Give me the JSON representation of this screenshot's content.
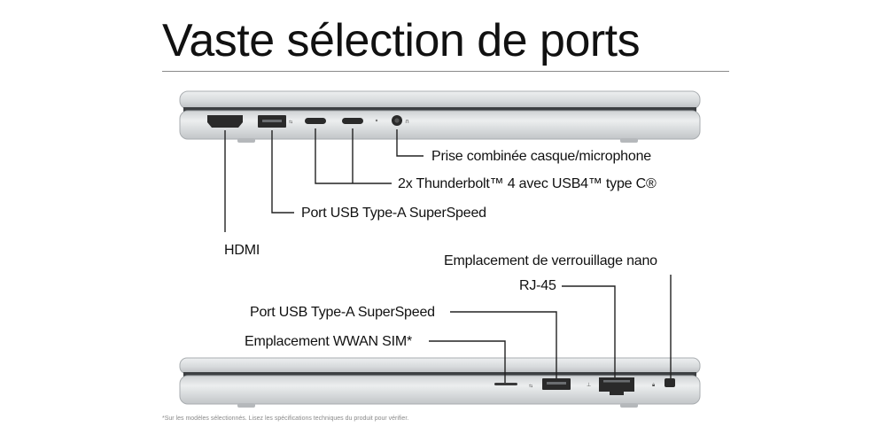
{
  "title": "Vaste sélection de ports",
  "left_side": {
    "labels": {
      "audio_jack": "Prise combinée casque/microphone",
      "thunderbolt": "2x Thunderbolt™ 4 avec USB4™ type C®",
      "usb_a": "Port USB Type-A SuperSpeed",
      "hdmi": "HDMI"
    }
  },
  "right_side": {
    "labels": {
      "nano_lock": "Emplacement de verrouillage nano",
      "rj45": "RJ-45",
      "usb_a": "Port USB Type-A SuperSpeed",
      "wwan_sim": "Emplacement WWAN SIM*"
    }
  },
  "footnote": "*Sur les modèles sélectionnés. Lisez les spécifications techniques du produit pour vérifier.",
  "colors": {
    "chassis_light": "#dcdee0",
    "chassis_mid": "#c4c7ca",
    "chassis_dark": "#9a9ea2",
    "port_dark": "#2a2a2a",
    "leader_line": "#222222"
  }
}
